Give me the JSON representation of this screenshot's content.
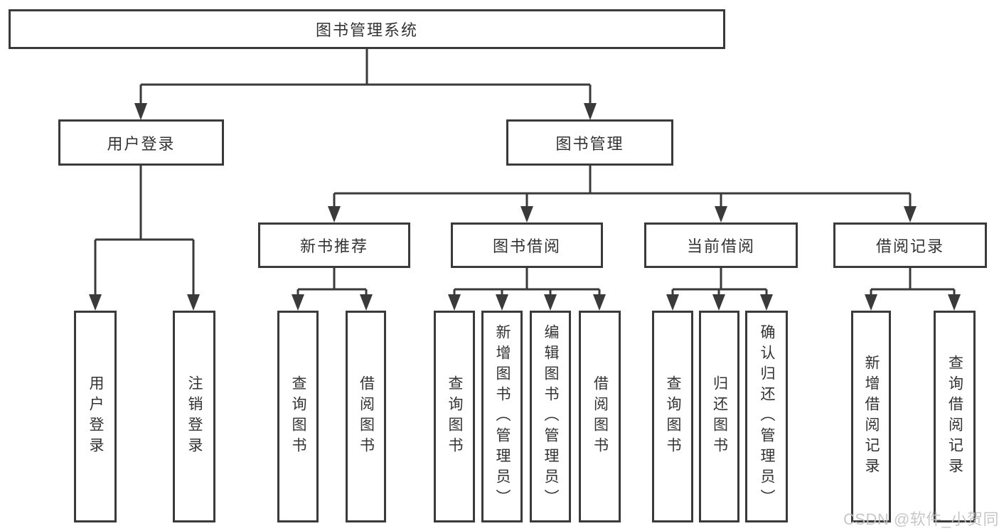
{
  "tree": {
    "label": "图书管理系统",
    "children": [
      {
        "label": "用户登录",
        "children": [
          {
            "label": "用户登录"
          },
          {
            "label": "注销登录"
          }
        ]
      },
      {
        "label": "图书管理",
        "children": [
          {
            "label": "新书推荐",
            "children": [
              {
                "label": "查询图书"
              },
              {
                "label": "借阅图书"
              }
            ]
          },
          {
            "label": "图书借阅",
            "children": [
              {
                "label": "查询图书"
              },
              {
                "label": "新增图书（管理员）"
              },
              {
                "label": "编辑图书（管理员）"
              },
              {
                "label": "借阅图书"
              }
            ]
          },
          {
            "label": "当前借阅",
            "children": [
              {
                "label": "查询图书"
              },
              {
                "label": "归还图书"
              },
              {
                "label": "确认归还（管理员）"
              }
            ]
          },
          {
            "label": "借阅记录",
            "children": [
              {
                "label": "新增借阅记录"
              },
              {
                "label": "查询借阅记录"
              }
            ]
          }
        ]
      }
    ]
  },
  "watermark": {
    "text": "CSDN @软件_小贺同学"
  },
  "colors": {
    "line": "#3a3a3a",
    "box_border": "#3a3a3a",
    "text": "#333333",
    "watermark": "#c2c2c2",
    "background": "#ffffff"
  }
}
